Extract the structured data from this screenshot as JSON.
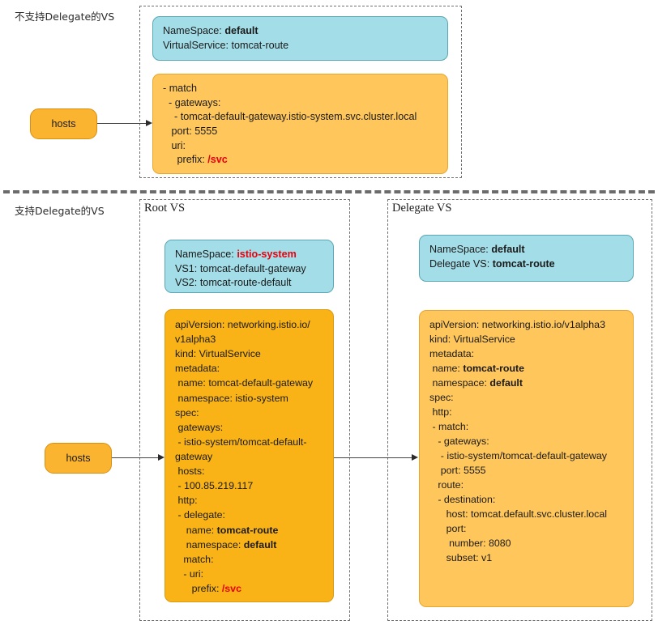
{
  "diagram": {
    "title": "Istio VirtualService Delegate comparison",
    "colors": {
      "cyan_card": "#a3dde7",
      "orange_light_card": "#ffc65c",
      "orange_deep_card": "#f9b317",
      "hosts_pill": "#fab430",
      "dashed_border": "#6f6f6f",
      "accent_red": "#e8000d",
      "arrow": "#444444"
    }
  },
  "sections": {
    "top": {
      "side_label": "不支持Delegate的VS",
      "hosts_label": "hosts",
      "info_card": {
        "lines": [
          {
            "label": "NameSpace:",
            "value": "default",
            "bold": true
          },
          {
            "label": "VirtualService:",
            "value": "tomcat-route",
            "bold": false
          }
        ]
      },
      "yaml_card": {
        "lines": [
          "- match",
          "  - gateways:",
          "    - tomcat-default-gateway.istio-system.svc.cluster.local",
          "   port: 5555",
          "   uri:",
          "     prefix: ",
          "/svc"
        ],
        "prefix_value": "/svc"
      }
    },
    "bottom": {
      "side_label": "支持Delegate的VS",
      "hosts_label": "hosts",
      "root_panel": {
        "title": "Root VS",
        "info_card": {
          "lines": [
            {
              "label": "NameSpace:",
              "value": "istio-system",
              "red": true
            },
            {
              "label": "VS1:",
              "value": "tomcat-default-gateway",
              "red": false
            },
            {
              "label": "VS2:",
              "value": "tomcat-route-default",
              "red": false
            }
          ]
        },
        "yaml_card": {
          "lines": [
            "apiVersion: networking.istio.io/",
            "v1alpha3",
            "kind: VirtualService",
            "metadata:",
            " name: tomcat-default-gateway",
            " namespace: istio-system",
            "spec:",
            " gateways:",
            " - istio-system/tomcat-default-",
            "gateway",
            " hosts:",
            " - 100.85.219.117",
            " http:",
            " - delegate:",
            "    name: ",
            "    namespace: ",
            "   match:",
            "   - uri:",
            "      prefix: "
          ],
          "delegate_name": "tomcat-route",
          "delegate_namespace": "default",
          "prefix_value": "/svc"
        }
      },
      "delegate_panel": {
        "title": "Delegate VS",
        "info_card": {
          "lines": [
            {
              "label": "NameSpace:",
              "value": "default",
              "bold": true
            },
            {
              "label": "Delegate VS:",
              "value": "tomcat-route",
              "bold": true
            }
          ]
        },
        "yaml_card": {
          "lines": [
            "apiVersion: networking.istio.io/v1alpha3",
            "kind: VirtualService",
            "metadata:",
            " name: ",
            " namespace: ",
            "spec:",
            " http:",
            " - match:",
            "   - gateways:",
            "    - istio-system/tomcat-default-gateway",
            "    port: 5555",
            "   route:",
            "   - destination:",
            "      host: tomcat.default.svc.cluster.local",
            "      port:",
            "       number: 8080",
            "      subset: v1"
          ],
          "meta_name": "tomcat-route",
          "meta_namespace": "default"
        }
      }
    }
  }
}
